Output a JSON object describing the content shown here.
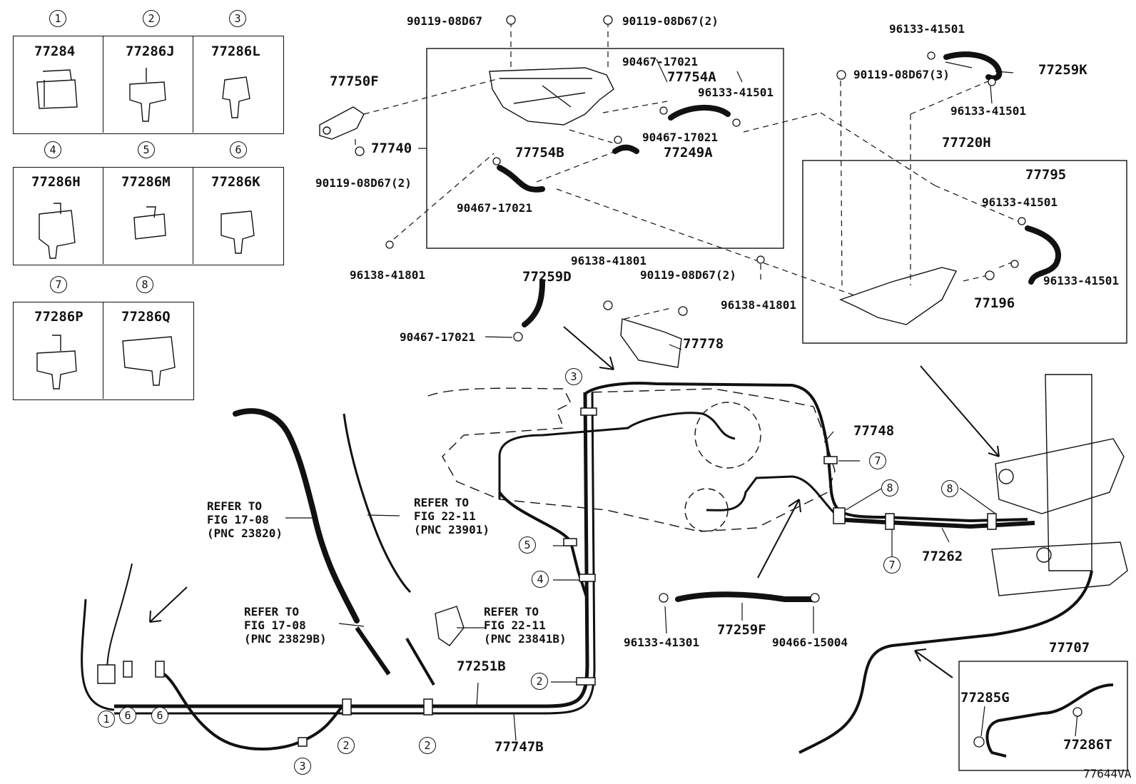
{
  "diagram_id": "77644VA",
  "clip_legend": [
    {
      "n": "1",
      "part": "77284"
    },
    {
      "n": "2",
      "part": "77286J"
    },
    {
      "n": "3",
      "part": "77286L"
    },
    {
      "n": "4",
      "part": "77286H"
    },
    {
      "n": "5",
      "part": "77286M"
    },
    {
      "n": "6",
      "part": "77286K"
    },
    {
      "n": "7",
      "part": "77286P"
    },
    {
      "n": "8",
      "part": "77286Q"
    }
  ],
  "parts": {
    "bolt_top_a": "90119-08D67",
    "bolt_top_b": "90119-08D67(2)",
    "bracket": "77750F",
    "bolt_bracket": "90119-08D67(2)",
    "canister": "77740",
    "clamp_a": "90467-17021",
    "hose_a": "77754A",
    "clip_a": "96133-41501",
    "clamp_b": "90467-17021",
    "hose_b": "77754B",
    "hose_c": "77249A",
    "clamp_c": "90467-17021",
    "clip_canister": "96138-41801",
    "hose_d": "77259D",
    "clip_d": "96138-41801",
    "bolt_d": "90119-08D67(2)",
    "clamp_d": "90467-17021",
    "protector": "77778",
    "clip_mid": "96138-41801",
    "clip_k_top": "96133-41501",
    "hose_k": "77259K",
    "clip_k_bot": "96133-41501",
    "bolt_k": "90119-08D67(3)",
    "filter_assy": "77720H",
    "hose_795": "77795",
    "clip_795_a": "96133-41501",
    "clip_795_b": "96133-41501",
    "clip_196": "77196",
    "tube_748": "77748",
    "tube_262": "77262",
    "tube_251b": "77251B",
    "tube_747b": "77747B",
    "clip_f_left": "96133-41301",
    "hose_f": "77259F",
    "clip_f_right": "90466-15004",
    "tube_707": "77707",
    "clip_285g": "77285G",
    "clip_286t": "77286T"
  },
  "refs": [
    "REFER TO\nFIG 17-08\n(PNC 23820)",
    "REFER TO\nFIG 22-11\n(PNC 23901)",
    "REFER TO\nFIG 17-08\n(PNC 23829B)",
    "REFER TO\nFIG 22-11\n(PNC 23841B)"
  ],
  "callouts": [
    "3",
    "4",
    "5",
    "2",
    "7",
    "8",
    "8",
    "7",
    "1",
    "6",
    "6",
    "2",
    "3",
    "2"
  ]
}
